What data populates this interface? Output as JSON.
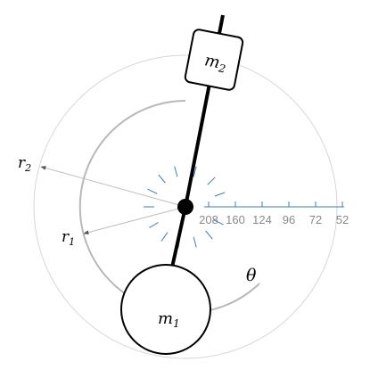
{
  "labels": {
    "m2": {
      "base": "m",
      "sub": "2"
    },
    "m1": {
      "base": "m",
      "sub": "1"
    },
    "r2": {
      "base": "r",
      "sub": "2"
    },
    "r1": {
      "base": "r",
      "sub": "1"
    },
    "theta": "θ"
  },
  "scale_ticks": [
    "208",
    "160",
    "124",
    "96",
    "72",
    "52"
  ],
  "colors": {
    "rod": "#000000",
    "outer_circle": "#d6d6d6",
    "arc": "#b8b8b8",
    "radius_lines": "#bfbfbf",
    "ticks": "#3a7fb0",
    "scale_text": "#8a8a8a"
  }
}
